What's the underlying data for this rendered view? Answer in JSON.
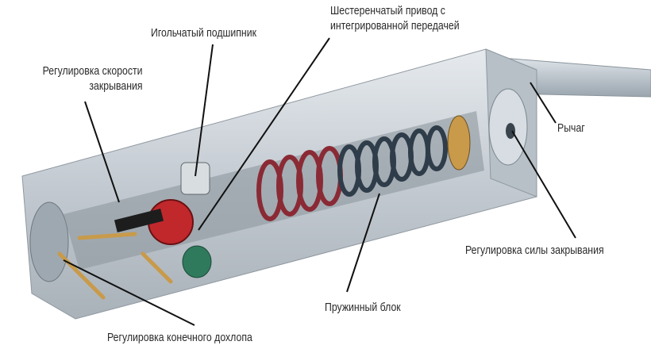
{
  "labels": {
    "gear_drive_line1": "Шестеренчатый привод с",
    "gear_drive_line2": "интегрированной передачей",
    "needle_bearing": "Игольчатый подшипник",
    "speed_adjust_line1": "Регулировка скорости",
    "speed_adjust_line2": "закрывания",
    "lever": "Рычаг",
    "force_adjust": "Регулировка силы закрывания",
    "spring_block": "Пружинный блок",
    "latch_adjust": "Регулировка конечного дохлопа"
  },
  "colors": {
    "body": "#c9d0d6",
    "spring_dark": "#2f3d4a",
    "spring_red": "#8a2a35",
    "gear": "#c0282c",
    "brass": "#c89a4a",
    "nut": "#2f7a5c"
  }
}
